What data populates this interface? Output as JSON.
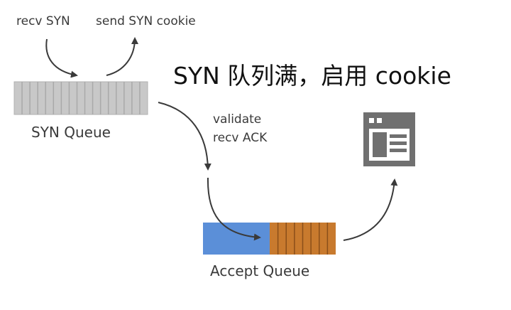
{
  "labels": {
    "recv_syn": "recv SYN",
    "send_syn_cookie": "send SYN cookie",
    "heading": "SYN 队列满，启用 cookie",
    "syn_queue": "SYN Queue",
    "validate": "validate",
    "recv_ack": "recv ACK",
    "accept_queue": "Accept Queue"
  },
  "icons": {
    "app": "application-window-icon"
  },
  "colors": {
    "syn_queue_fill": "#c8c8c8",
    "syn_queue_stripe": "#a9a9a9",
    "accept_queue_blue": "#5b8fd8",
    "accept_queue_orange": "#c87a2e",
    "accept_queue_stripe": "#8a4f1a",
    "icon_gray": "#707070",
    "arrow": "#3a3a3a"
  }
}
